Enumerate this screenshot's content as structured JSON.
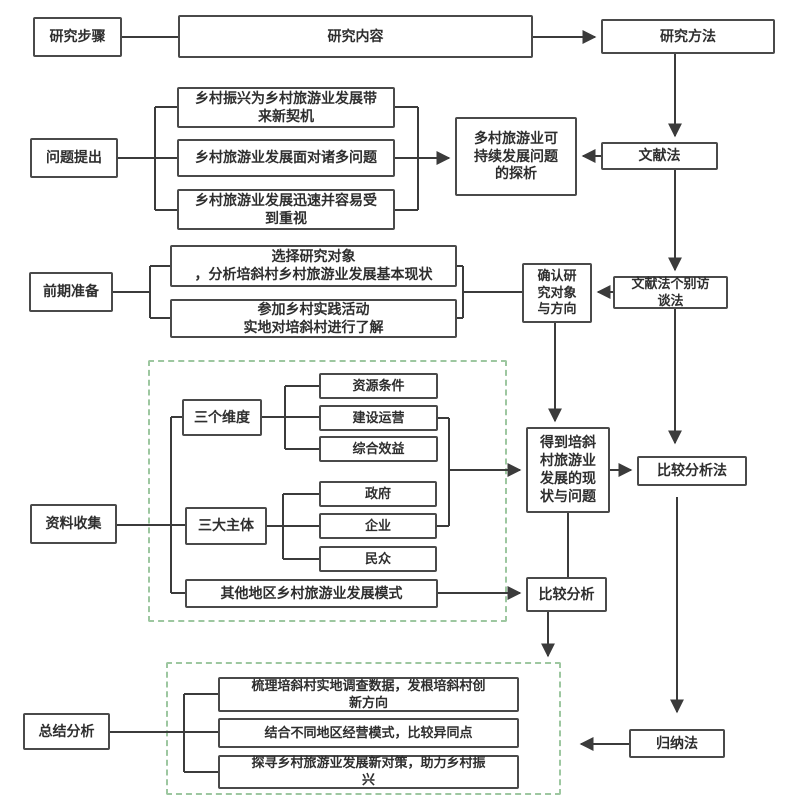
{
  "colors": {
    "background": "#ffffff",
    "box_border": "#4a4a4a",
    "connector_line": "#3b3b3b",
    "dashed_group_border": "#9dc7a0",
    "text": "#2e2e2e"
  },
  "nodes": {
    "research_steps": "研究步骤",
    "research_content": "研究内容",
    "research_method": "研究方法",
    "problem_raise": "问题提出",
    "problem_1": "乡村振兴为乡村旅游业发展带\n来新契机",
    "problem_2": "乡村旅游业发展面对诸多问题",
    "problem_3": "乡村旅游业发展迅速并容易受\n到重视",
    "sustainable_analysis": "多村旅游业可\n持续发展问题\n的探析",
    "literature_method": "文献法",
    "early_prep": "前期准备",
    "prep_1": "选择研究对象\n，分析培斜村乡村旅游业发展基本现状",
    "prep_2": "参加乡村实践活动\n实地对培斜村进行了解",
    "confirm_object": "确认研\n究对象\n与方向",
    "literature_interview": "文献法个别访\n谈法",
    "data_collection": "资料收集",
    "three_dimensions": "三个维度",
    "resource_condition": "资源条件",
    "construction_operation": "建设运营",
    "comprehensive_benefit": "综合效益",
    "three_subjects": "三大主体",
    "government": "政府",
    "enterprise": "企业",
    "public": "民众",
    "other_regions": "其他地区乡村旅游业发展模式",
    "status_problems": "得到培斜\n村旅游业\n发展的现\n状与问题",
    "comparative_method": "比较分析法",
    "comparative_analysis": "比较分析",
    "summary": "总结分析",
    "summary_1": "梳理培斜村实地调查数据，发根培斜村创\n新方向",
    "summary_2": "结合不同地区经营模式，比较异同点",
    "summary_3": "探寻乡村旅游业发展新对策，助力乡村振\n兴",
    "induction_method": "归纳法"
  }
}
